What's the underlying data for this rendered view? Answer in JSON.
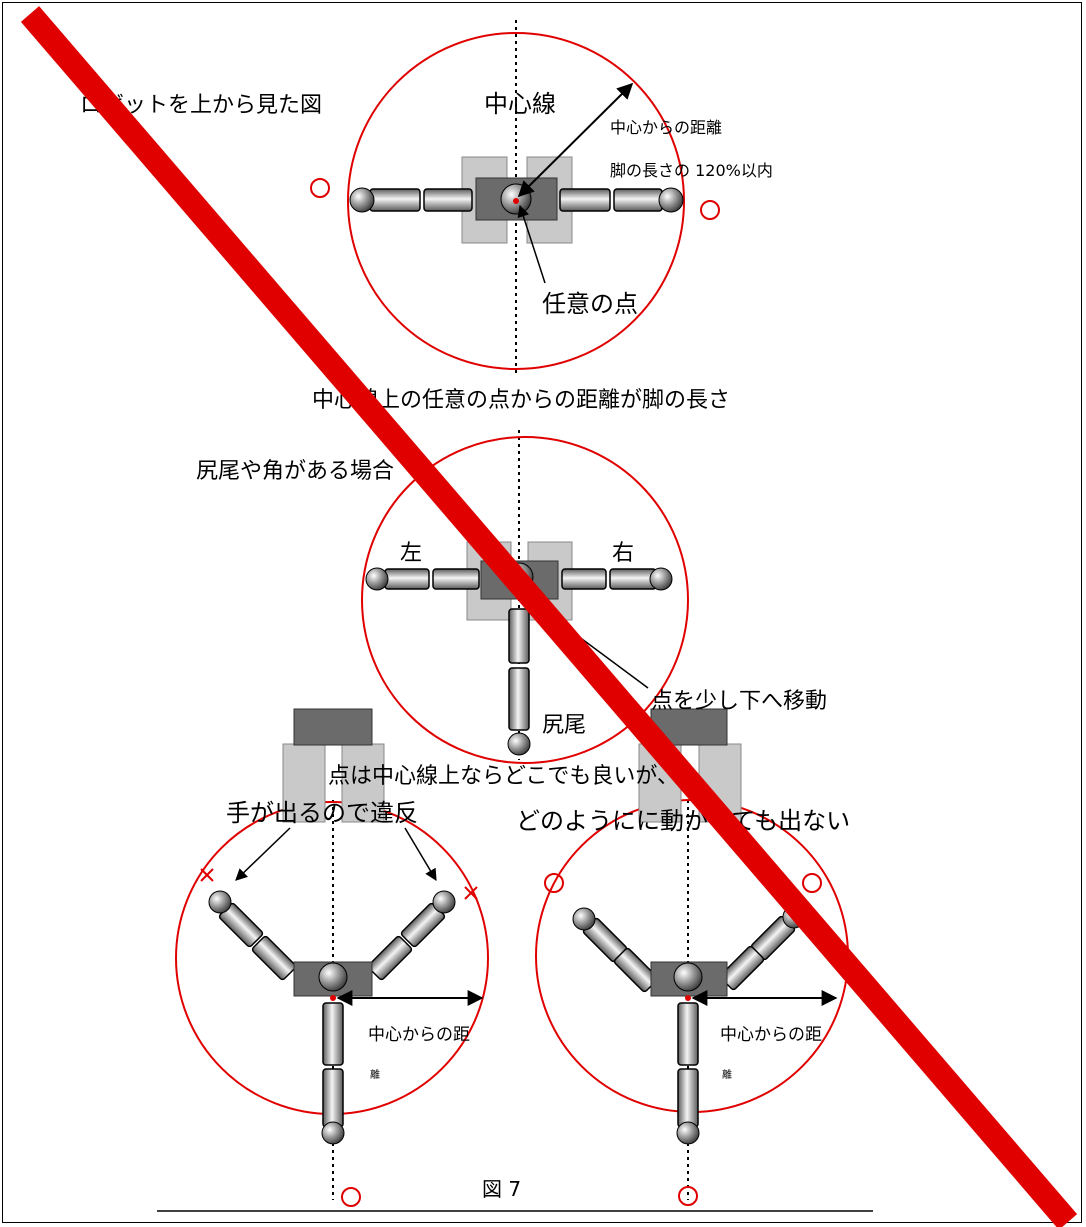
{
  "labels": {
    "top_view_title": "ロボットを上から見た図",
    "center_line": "中心線",
    "distance_from_center": "中心からの距離",
    "within_120": "脚の長さの 120%以内",
    "arbitrary_point": "任意の点",
    "distance_is_leg_length": "中心線上の任意の点からの距離が脚の長さ",
    "tail_or_horn_case": "尻尾や角がある場合",
    "left": "左",
    "right": "右",
    "move_point_down": "点を少し下へ移動",
    "tail": "尻尾",
    "point_anywhere": "点は中心線上ならどこでも良いが、",
    "hands_stick_out": "手が出るので違反",
    "never_sticks_out": "どのようにに動かしても出ない",
    "distance_from_center_short": "中心からの距",
    "cut_off_fragment": "離",
    "figure_number": "図 7"
  },
  "marks": {
    "ok_symbol": "○",
    "ng_symbol": "×"
  },
  "colors": {
    "red": "#e00000",
    "dark_block": "#6b6b6b",
    "light_block": "#c9c9c9"
  }
}
